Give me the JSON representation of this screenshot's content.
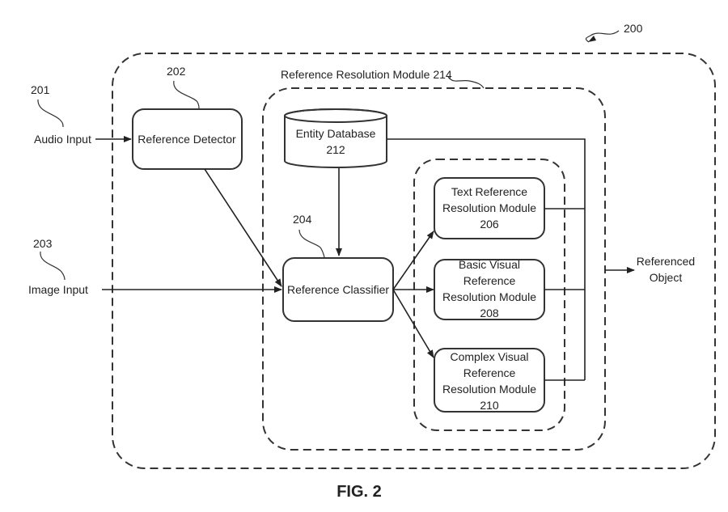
{
  "figure": {
    "caption": "FIG. 2",
    "system_ref": "200"
  },
  "inputs": {
    "audio": {
      "label": "Audio Input",
      "ref": "201"
    },
    "image": {
      "label": "Image Input",
      "ref": "203"
    }
  },
  "reference_detector": {
    "label": "Reference Detector",
    "ref": "202"
  },
  "reference_resolution_module": {
    "label": "Reference Resolution Module 214"
  },
  "entity_database": {
    "line1": "Entity Database",
    "line2": "212"
  },
  "reference_classifier": {
    "label": "Reference Classifier",
    "ref": "204"
  },
  "modules": [
    {
      "lines": [
        "Text Reference",
        "Resolution Module",
        "206"
      ]
    },
    {
      "lines": [
        "Basic Visual",
        "Reference",
        "Resolution Module",
        "208"
      ]
    },
    {
      "lines": [
        "Complex Visual",
        "Reference",
        "Resolution Module",
        "210"
      ]
    }
  ],
  "output": {
    "line1": "Referenced",
    "line2": "Object"
  }
}
